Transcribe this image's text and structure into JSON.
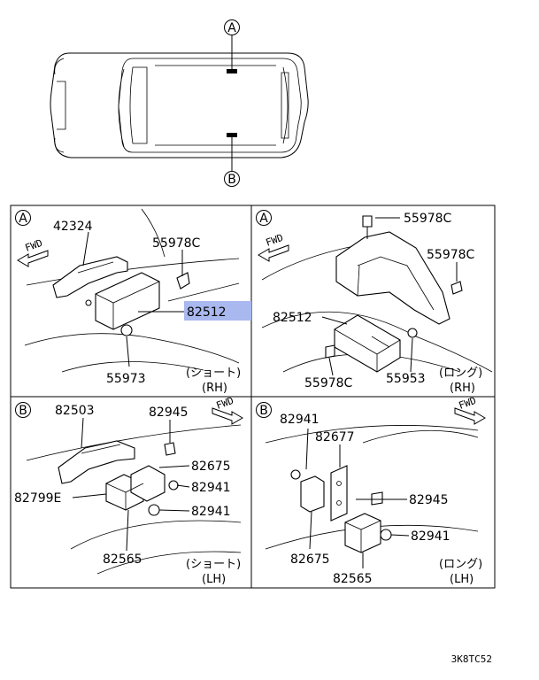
{
  "vehicle_markers": {
    "a": "A",
    "b": "B"
  },
  "panels": [
    {
      "marker": "A",
      "fwd": "FWD",
      "caption1": "(ショート)",
      "caption2": "(RH)",
      "parts": [
        "42324",
        "55978C",
        "82512",
        "55973"
      ]
    },
    {
      "marker": "A",
      "fwd": "FWD",
      "caption1": "(ロング)",
      "caption2": "(RH)",
      "parts": [
        "55978C",
        "55978C",
        "82512",
        "55978C",
        "55953"
      ]
    },
    {
      "marker": "B",
      "fwd": "FWD",
      "caption1": "(ショート)",
      "caption2": "(LH)",
      "parts": [
        "82503",
        "82945",
        "82675",
        "82941",
        "82799E",
        "82941",
        "82565"
      ]
    },
    {
      "marker": "B",
      "fwd": "FWD",
      "caption1": "(ロング)",
      "caption2": "(LH)",
      "parts": [
        "82941",
        "82677",
        "82945",
        "82941",
        "82675",
        "82565"
      ]
    }
  ],
  "highlight_color": "#a9b8ee",
  "code": "3K8TC52"
}
